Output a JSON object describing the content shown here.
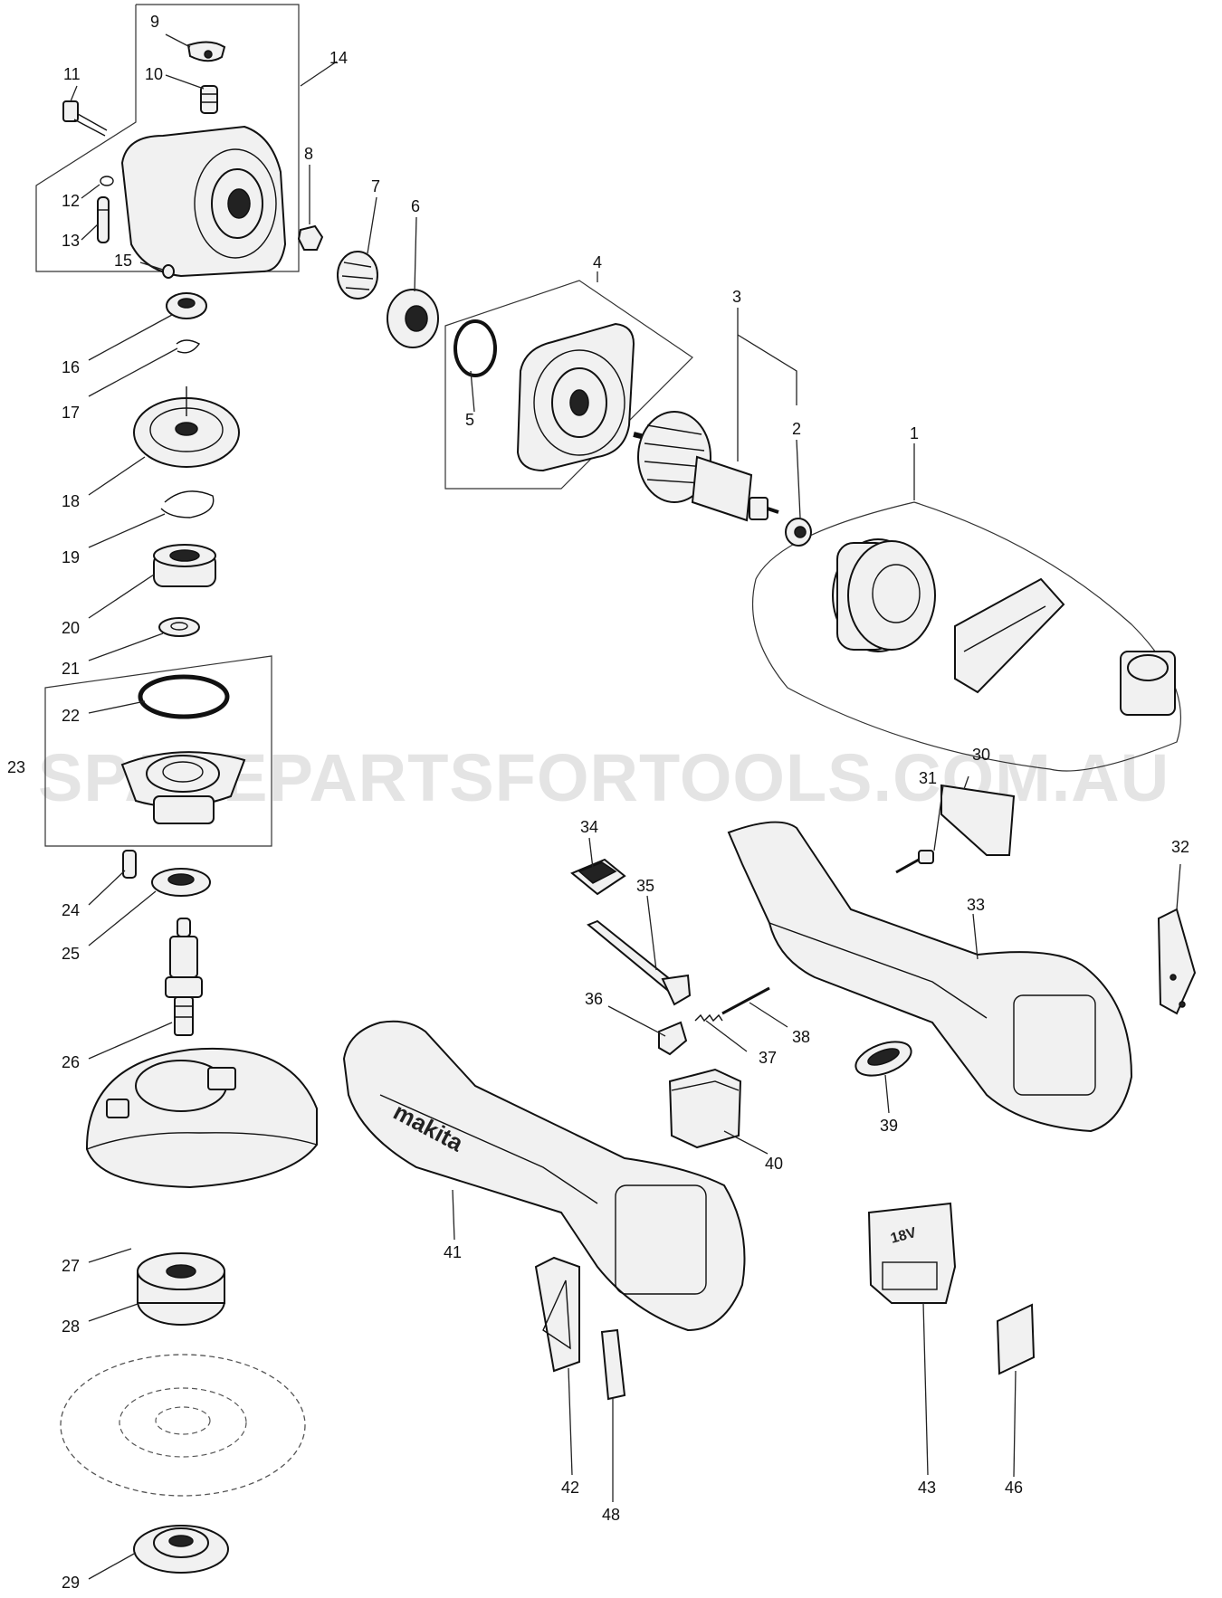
{
  "watermark": "SPAREPARTSFORTOOLS.COM.AU",
  "logo_text": "makita",
  "battery_mark": "18V",
  "callouts": [
    "1",
    "2",
    "3",
    "4",
    "5",
    "6",
    "7",
    "8",
    "9",
    "10",
    "11",
    "12",
    "13",
    "14",
    "15",
    "16",
    "17",
    "18",
    "19",
    "20",
    "21",
    "22",
    "23",
    "24",
    "25",
    "26",
    "27",
    "28",
    "29",
    "30",
    "31",
    "32",
    "33",
    "34",
    "35",
    "36",
    "37",
    "38",
    "39",
    "40",
    "41",
    "42",
    "43",
    "46",
    "48"
  ]
}
